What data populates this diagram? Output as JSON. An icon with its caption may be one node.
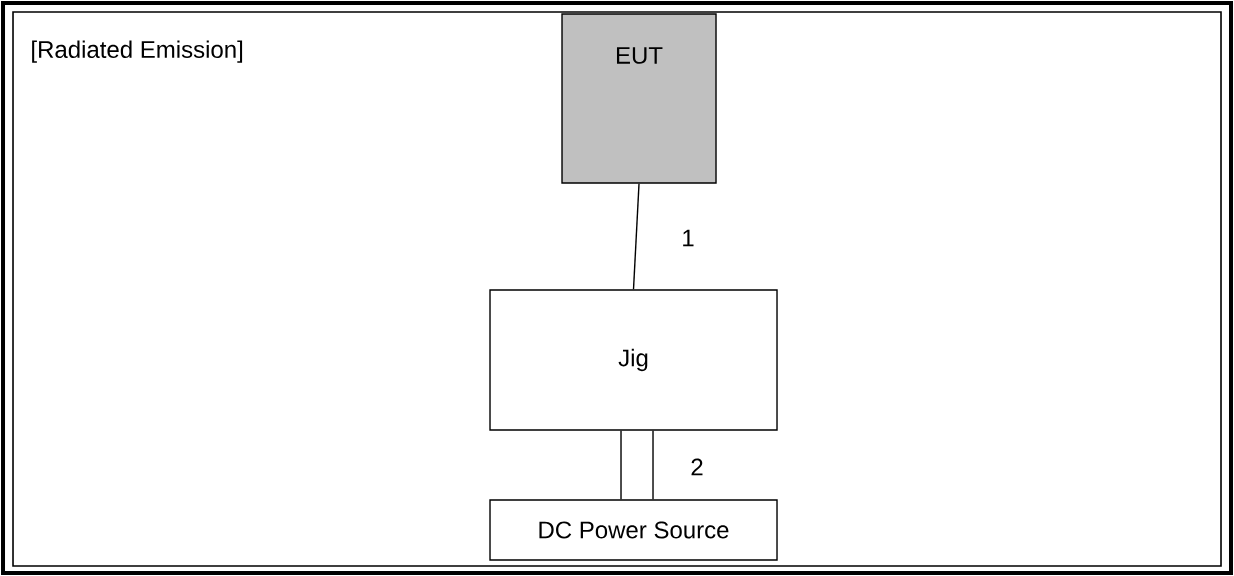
{
  "diagram": {
    "title": "[Radiated Emission]",
    "nodes": [
      {
        "text": [
          "EUT"
        ]
      },
      {
        "text": [
          "Jig"
        ]
      },
      {
        "text": [
          "DC Power Source"
        ]
      }
    ],
    "edges": [
      {
        "from": 0,
        "to": 1,
        "arrow": "none",
        "label": "1"
      },
      {
        "from": 1,
        "to": 2,
        "arrow": "none"
      },
      {
        "from": 1,
        "to": 2,
        "arrow": "none",
        "label": "2"
      }
    ]
  }
}
